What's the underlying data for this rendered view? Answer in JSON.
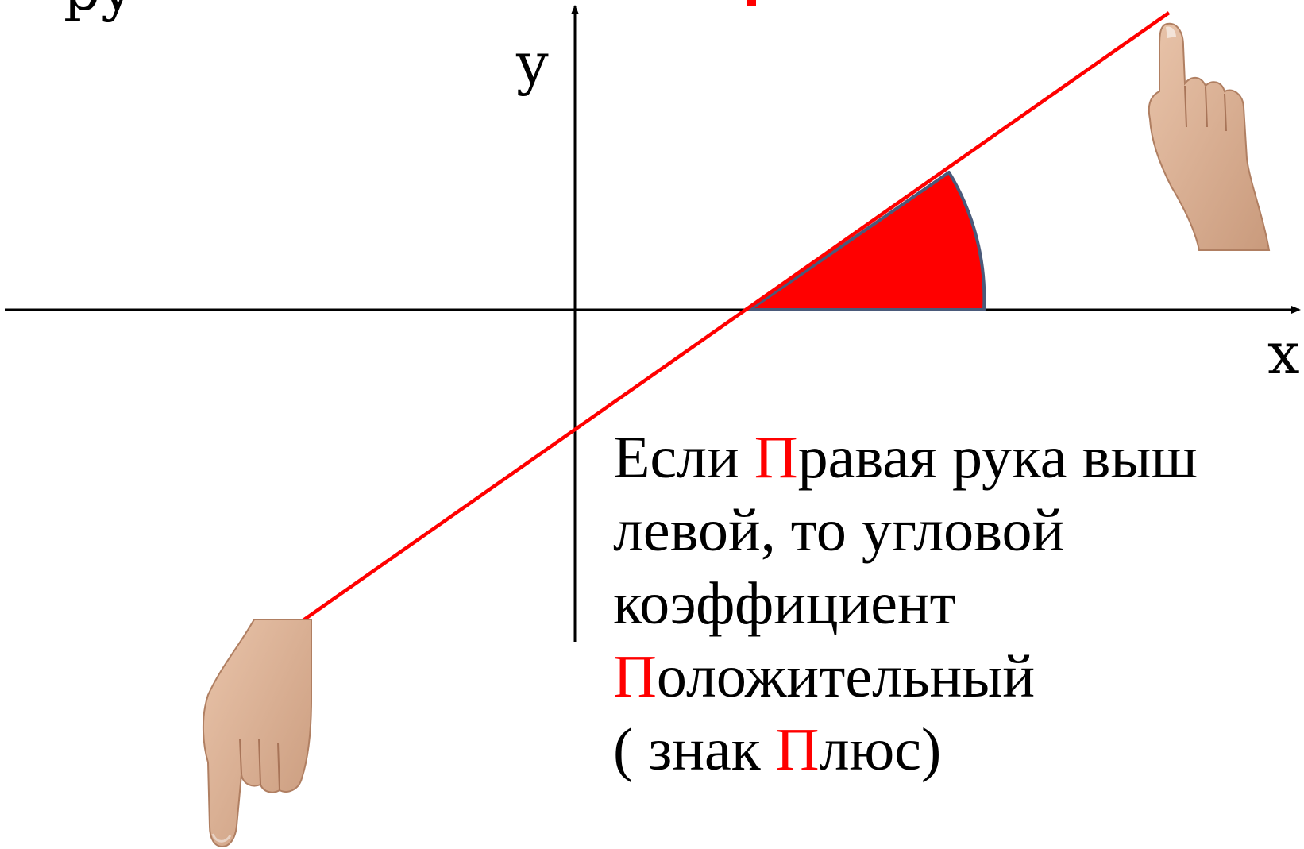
{
  "axes": {
    "x_label": "x",
    "y_label": "y"
  },
  "caption": {
    "line1_a": "Если ",
    "line1_hl": "П",
    "line1_b": "равая рука  выш",
    "line2": "левой, то угловой",
    "line3": "коэффициент",
    "line4_hl": "П",
    "line4_b": "оложительный",
    "line5_a": " ( знак ",
    "line5_hl": "П",
    "line5_b": "люс)"
  },
  "colors": {
    "line": "#ff0000",
    "angle_fill": "#ff0000",
    "angle_stroke": "#4a5a7a",
    "axis": "#000000",
    "highlight": "#ff0000"
  },
  "icons": {
    "right_hand": "hand-pointing-up-icon",
    "left_hand": "hand-pointing-down-icon"
  }
}
